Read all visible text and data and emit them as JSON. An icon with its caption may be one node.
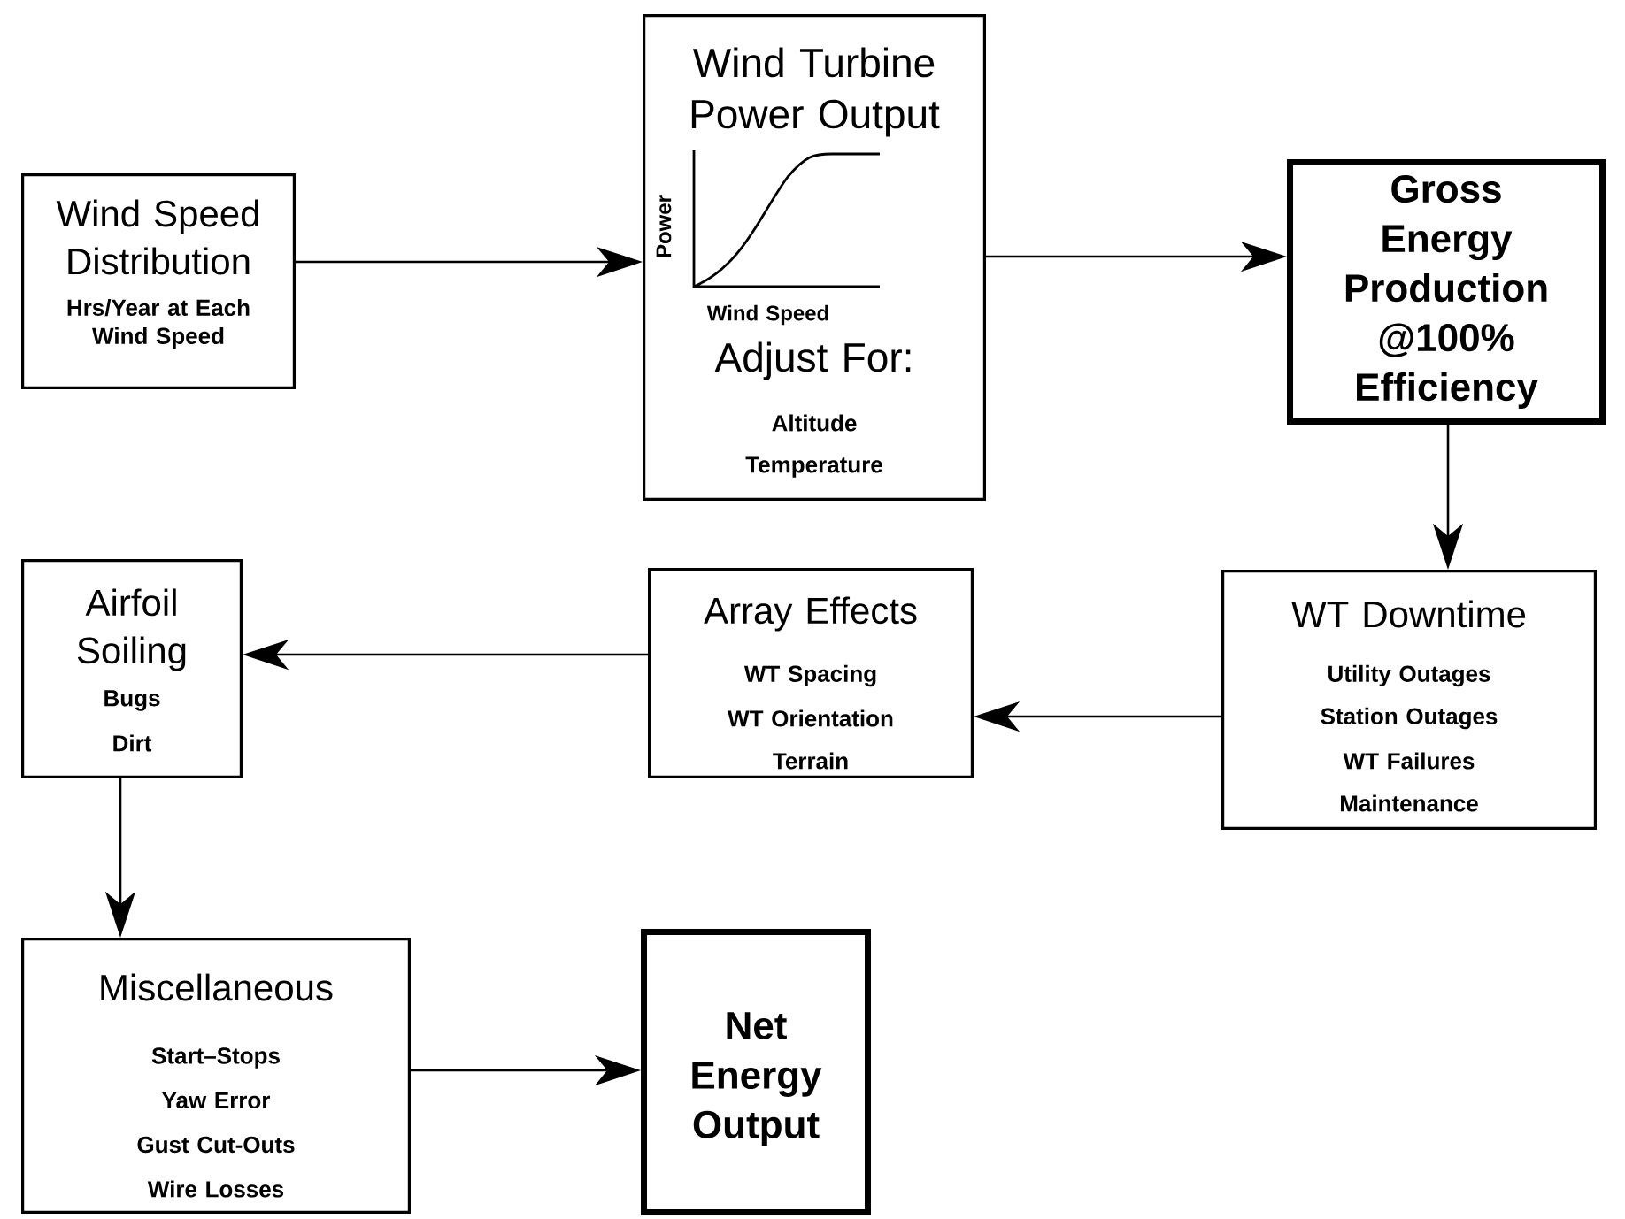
{
  "diagram": {
    "nodes": [
      {
        "text": [
          "Wind Speed Distribution",
          "Hrs/Year at Each Wind Speed"
        ]
      },
      {
        "text": [
          "Wind Turbine Power Output",
          "Power",
          "Wind Speed",
          "Adjust For:",
          "Altitude",
          "Temperature"
        ]
      },
      {
        "text": [
          "Gross Energy Production @100% Efficiency"
        ]
      },
      {
        "text": [
          "WT Downtime",
          "Utility Outages",
          "Station Outages",
          "WT Failures",
          "Maintenance"
        ]
      },
      {
        "text": [
          "Array Effects",
          "WT Spacing",
          "WT Orientation",
          "Terrain"
        ]
      },
      {
        "text": [
          "Airfoil Soiling",
          "Bugs",
          "Dirt"
        ]
      },
      {
        "text": [
          "Miscellaneous",
          "Start–Stops",
          "Yaw Error",
          "Gust Cut-Outs",
          "Wire Losses"
        ]
      },
      {
        "text": [
          "Net Energy Output"
        ]
      }
    ],
    "edges": [
      {
        "from": 0,
        "to": 1,
        "arrow": "to"
      },
      {
        "from": 1,
        "to": 2,
        "arrow": "to"
      },
      {
        "from": 2,
        "to": 3,
        "arrow": "to"
      },
      {
        "from": 3,
        "to": 4,
        "arrow": "to"
      },
      {
        "from": 4,
        "to": 5,
        "arrow": "to"
      },
      {
        "from": 5,
        "to": 6,
        "arrow": "to"
      },
      {
        "from": 6,
        "to": 7,
        "arrow": "to"
      }
    ]
  }
}
